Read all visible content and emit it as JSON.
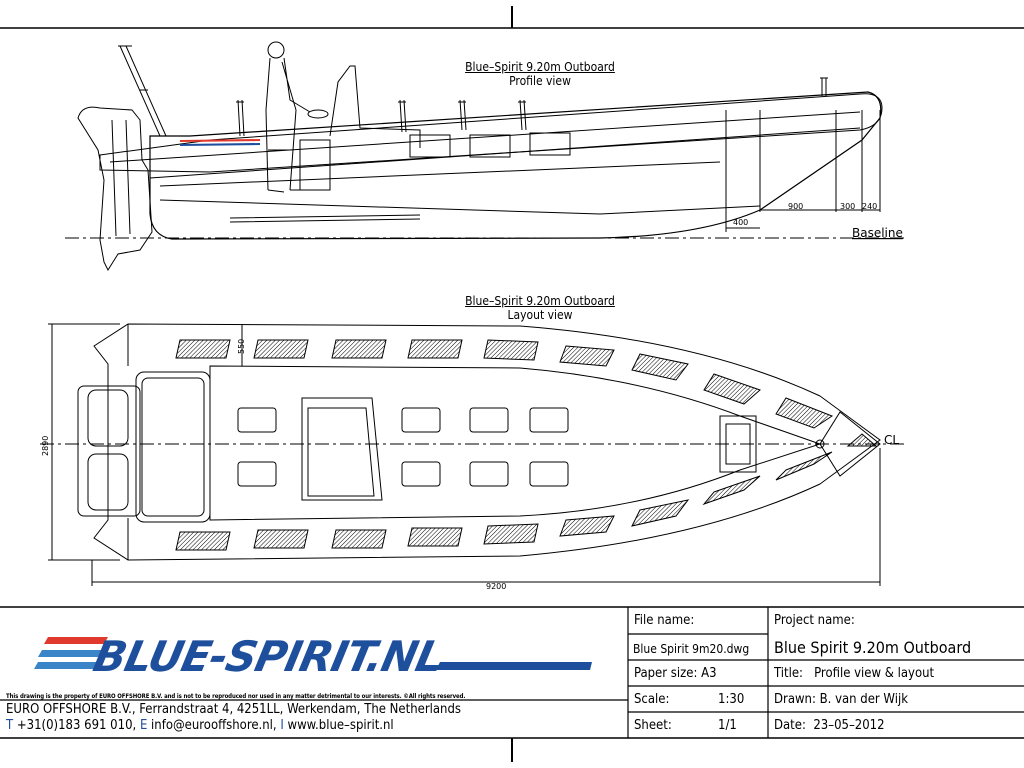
{
  "profile_view": {
    "title": "Blue–Spirit 9.20m Outboard",
    "subtitle": "Profile view"
  },
  "layout_view": {
    "title": "Blue–Spirit 9.20m Outboard",
    "subtitle": "Layout view"
  },
  "profile_dimensions": [
    "400",
    "900",
    "300",
    "240"
  ],
  "baseline_label": "Baseline",
  "layout_dimensions": {
    "overall_length": "9200",
    "overall_beam": "2890",
    "tube_width": "550"
  },
  "centerline_label": "CL",
  "logo": {
    "text": "BLUE-SPIRIT.NL",
    "colors": {
      "blue": "#1d4f9c",
      "red": "#e03a2f",
      "light_blue": "#3a84c8"
    }
  },
  "disclaimer": "This drawing is the property of EURO OFFSHORE B.V. and is not to be reproduced nor used in any matter detrimental to our interests. ©All rights reserved.",
  "company": {
    "address": "EURO OFFSHORE B.V., Ferrandstraat 4, 4251LL, Werkendam, The Netherlands",
    "t_letter": "T",
    "phone": "+31(0)183 691 010,",
    "e_letter": "E",
    "email": "info@eurooffshore.nl,",
    "i_letter": "I",
    "website": "www.blue–spirit.nl"
  },
  "title_block": {
    "file_name_label": "File name:",
    "file_name": "Blue Spirit 9m20.dwg",
    "paper_size": "Paper size: A3",
    "scale_label": "Scale:",
    "scale": "1:30",
    "sheet_label": "Sheet:",
    "sheet": "1/1",
    "project_name_label": "Project name:",
    "project_name": "Blue Spirit 9.20m Outboard",
    "title_label": "Title:",
    "title": "Profile view & layout",
    "drawn_label": "Drawn:",
    "drawn": "B. van der Wijk",
    "date_label": "Date:",
    "date": "23–05–2012"
  }
}
